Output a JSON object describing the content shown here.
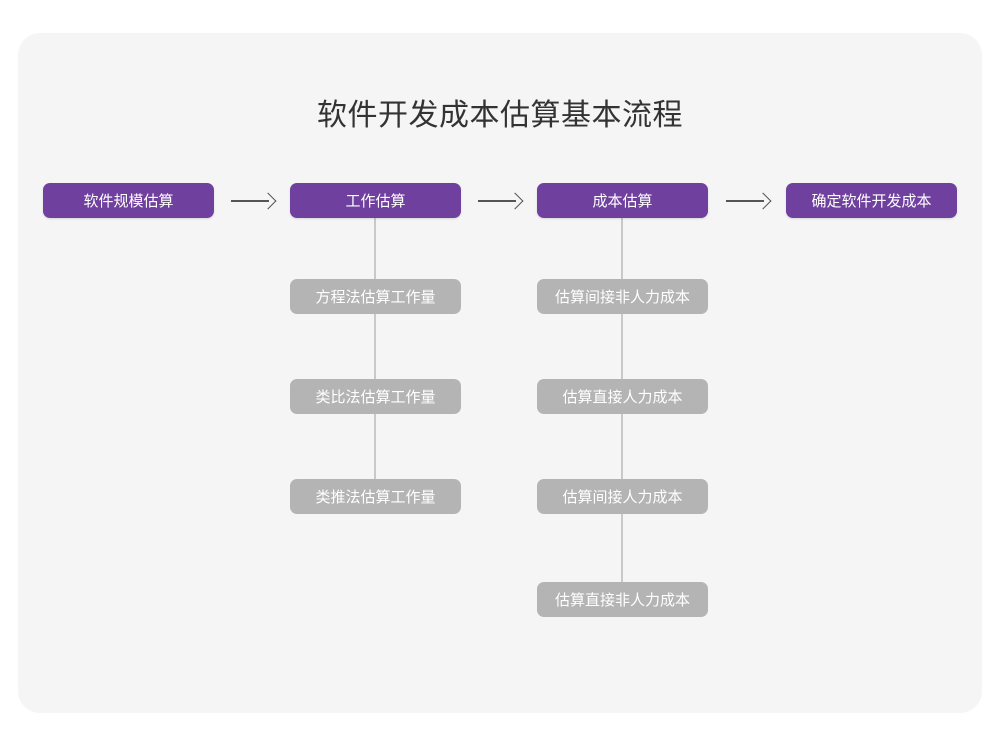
{
  "diagram": {
    "title": "软件开发成本估算基本流程",
    "type": "flowchart",
    "colors": {
      "canvas": "#ffffff",
      "card": "#f5f5f5",
      "primary_node": "#70409f",
      "secondary_node": "#b4b4b4",
      "node_text": "#ffffff",
      "title_text": "#333333",
      "arrow": "#555555",
      "connector": "#c9c9c9"
    },
    "stages": [
      {
        "id": "stage-1",
        "label": "软件规模估算",
        "kind": "primary",
        "substeps": []
      },
      {
        "id": "stage-2",
        "label": "工作估算",
        "kind": "primary",
        "substeps": [
          "方程法估算工作量",
          "类比法估算工作量",
          "类推法估算工作量"
        ]
      },
      {
        "id": "stage-3",
        "label": "成本估算",
        "kind": "primary",
        "substeps": [
          "估算间接非人力成本",
          "估算直接人力成本",
          "估算间接人力成本",
          "估算直接非人力成本"
        ]
      },
      {
        "id": "stage-4",
        "label": "确定软件开发成本",
        "kind": "primary",
        "substeps": []
      }
    ],
    "connectors": [
      {
        "from": "stage-1",
        "to": "stage-2",
        "style": "arrow-right"
      },
      {
        "from": "stage-2",
        "to": "stage-3",
        "style": "arrow-right"
      },
      {
        "from": "stage-3",
        "to": "stage-4",
        "style": "arrow-right"
      }
    ]
  }
}
